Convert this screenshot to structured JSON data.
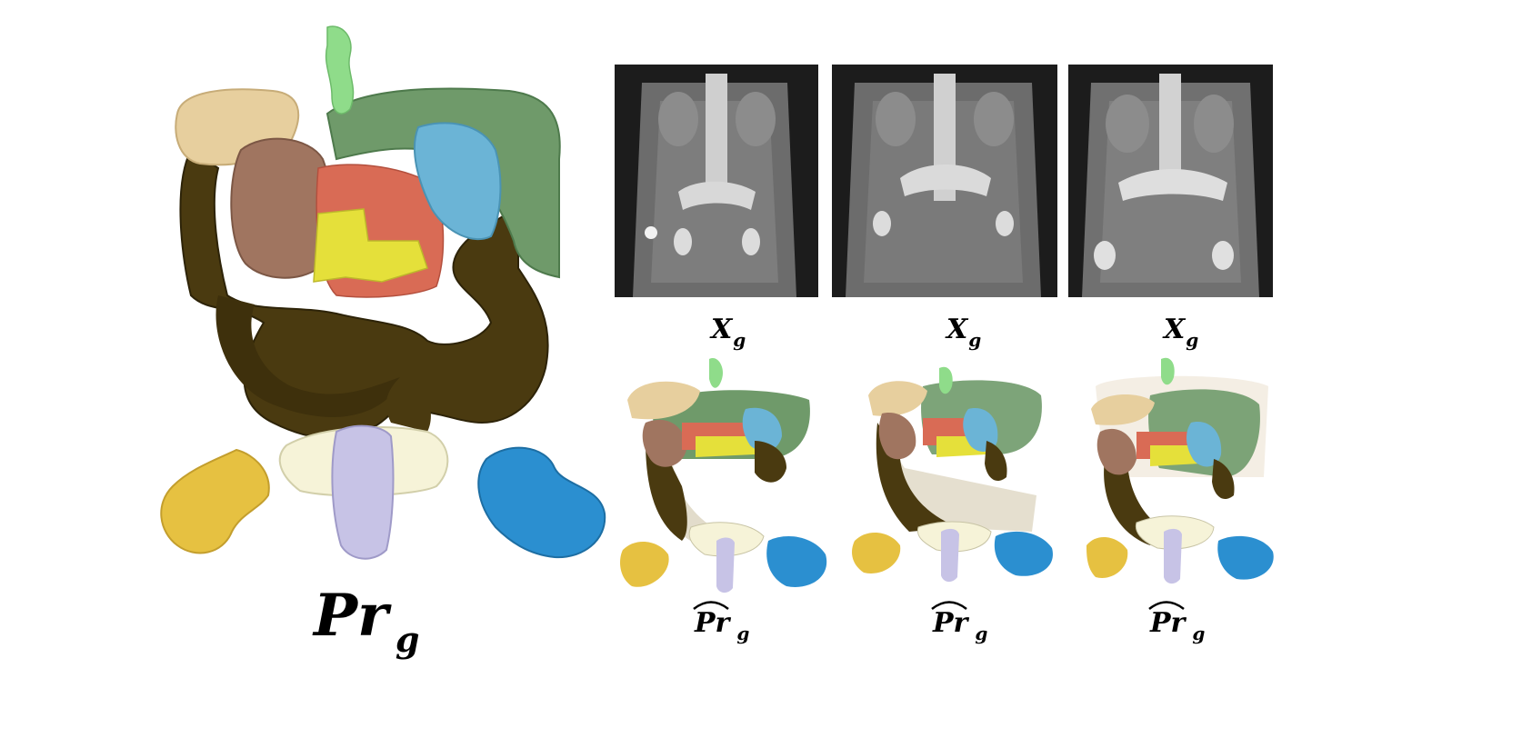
{
  "main": {
    "label_main": "Pr",
    "label_sub": "g"
  },
  "panels": [
    {
      "x_label": "X",
      "x_sub": "g",
      "pr_label": "Pr",
      "pr_sub": "g"
    },
    {
      "x_label": "X",
      "x_sub": "g",
      "pr_label": "Pr",
      "pr_sub": "g"
    },
    {
      "x_label": "X",
      "x_sub": "g",
      "pr_label": "Pr",
      "pr_sub": "g"
    }
  ],
  "colors": {
    "colon": "#4a3a10",
    "spleen": "#6bb4d6",
    "stomach": "#6f9a6a",
    "liver_cap": "#e7cf9e",
    "kidney": "#a07560",
    "pancreas": "#d96b55",
    "duodenum": "#e5e03a",
    "esophagus": "#8fdc8a",
    "femur_left": "#e6c141",
    "femur_right": "#2b8fd0",
    "bladder": "#f6f3d8",
    "prostate": "#c7c3e6",
    "ct_bg": "#1c1c1c"
  }
}
